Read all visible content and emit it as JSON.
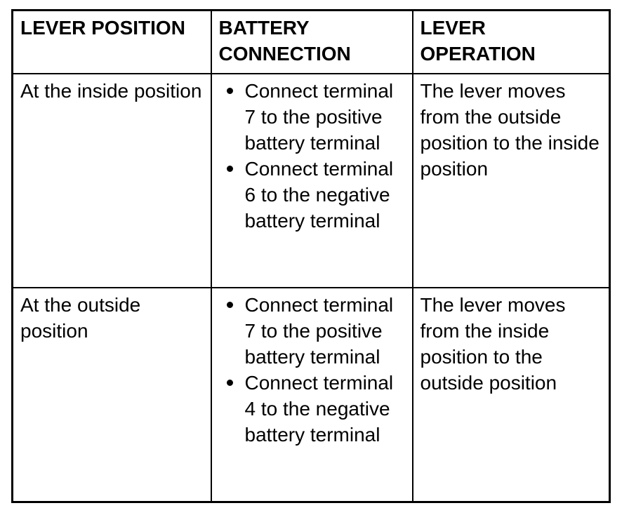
{
  "table": {
    "headers": {
      "lever_position": "LEVER POSITION",
      "battery_connection": "BATTERY CONNECTION",
      "lever_operation": "LEVER OPERATION"
    },
    "rows": [
      {
        "lever_position": "At the inside position",
        "battery_connection": [
          "Connect terminal 7 to the positive battery terminal",
          "Connect terminal 6 to the negative battery terminal"
        ],
        "lever_operation": "The lever moves from the outside position to the inside position"
      },
      {
        "lever_position": "At the outside position",
        "battery_connection": [
          "Connect terminal 7 to the positive battery terminal",
          "Connect terminal 4 to the negative battery terminal"
        ],
        "lever_operation": "The lever moves from the inside position to the outside position"
      }
    ]
  },
  "colors": {
    "border": "#000000",
    "text": "#000000",
    "background": "#ffffff"
  }
}
